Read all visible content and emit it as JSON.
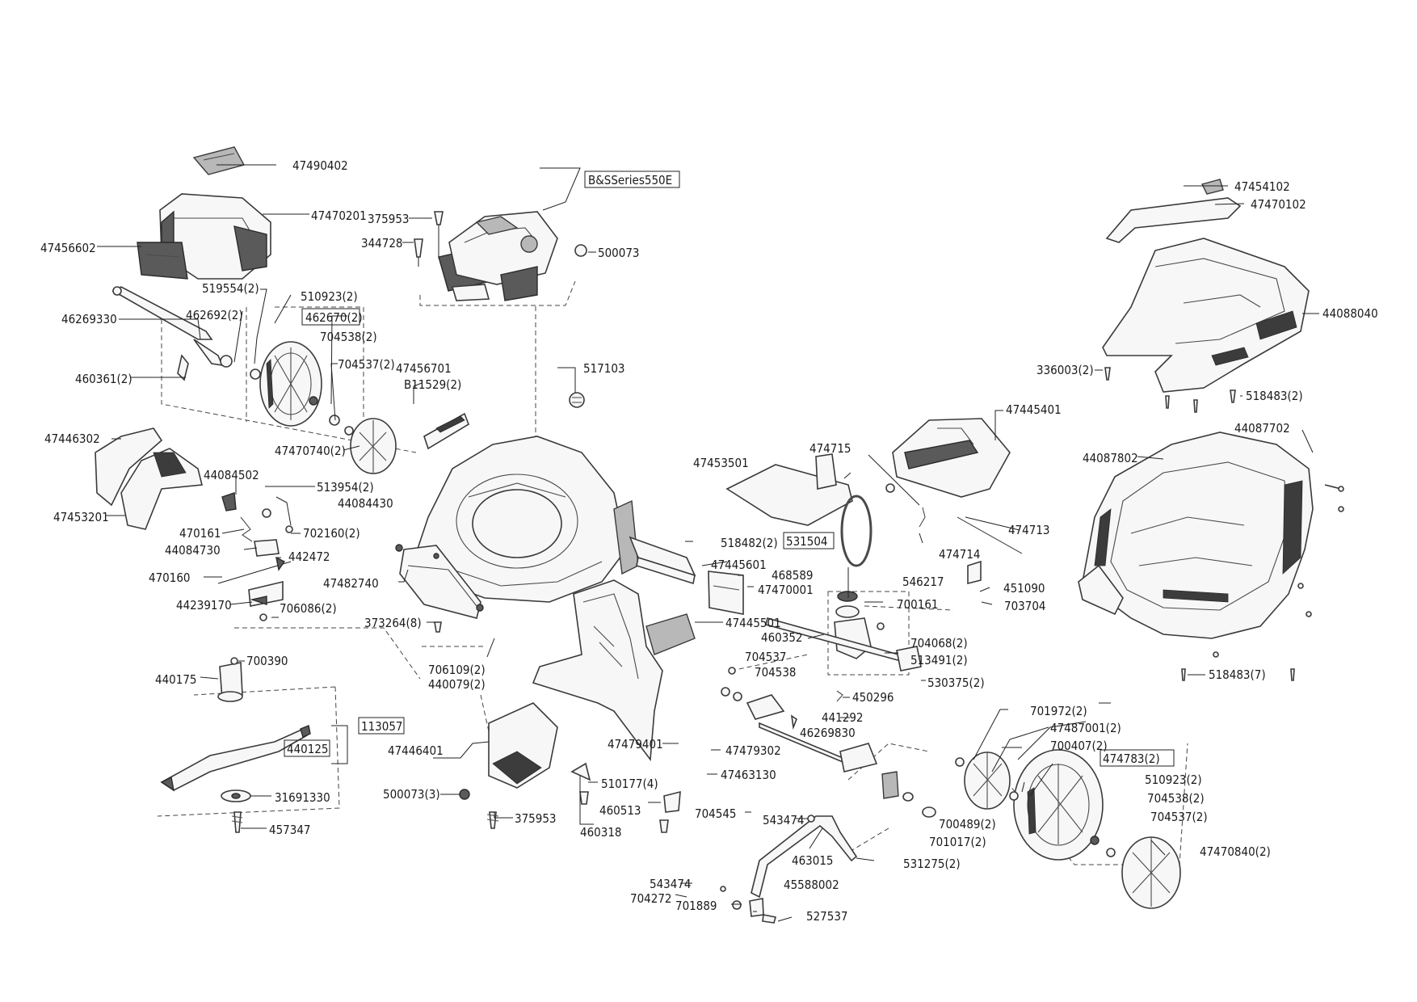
{
  "engine_label": "B&SSeries550E",
  "parts": {
    "p47490402": "47490402",
    "p47470201": "47470201",
    "p47456602": "47456602",
    "p375953_top": "375953",
    "p344728": "344728",
    "p500073": "500073",
    "p519554": "519554(2)",
    "p510923_l": "510923(2)",
    "p46269330": "46269330",
    "p462692": "462692(2)",
    "p462670": "462670(2)",
    "p704538_l": "704538(2)",
    "p704537_l": "704537(2)",
    "p460361": "460361(2)",
    "p47456701": "47456701",
    "pB11529": "B11529(2)",
    "p517103": "517103",
    "p47470740": "47470740(2)",
    "p47446302": "47446302",
    "p44084502": "44084502",
    "p513954": "513954(2)",
    "p44084430": "44084430",
    "p47453201": "47453201",
    "p470161": "470161",
    "p702160": "702160(2)",
    "p44084730": "44084730",
    "p442472": "442472",
    "p470160": "470160",
    "p44239170": "44239170",
    "p706086": "706086(2)",
    "p47482740": "47482740",
    "p373264": "373264(8)",
    "p700390": "700390",
    "p440175": "440175",
    "p113057": "113057",
    "p440125": "440125",
    "p31691330": "31691330",
    "p457347": "457347",
    "p706109": "706109(2)",
    "p440079": "440079(2)",
    "p47446401": "47446401",
    "p500073_3": "500073(3)",
    "p375953_b": "375953",
    "p460318": "460318",
    "p510177": "510177(4)",
    "p460513": "460513",
    "p518482": "518482(2)",
    "p47445601": "47445601",
    "p468589": "468589",
    "p47470001": "47470001",
    "p47445501": "47445501",
    "p47479401": "47479401",
    "p47479302": "47479302",
    "p47463130": "47463130",
    "p704545": "704545",
    "p543474_a": "543474",
    "p543474_b": "543474",
    "p704272": "704272",
    "p701889": "701889",
    "p45588002": "45588002",
    "p527537": "527537",
    "p463015": "463015",
    "p47453501": "47453501",
    "p474715": "474715",
    "p47445401": "47445401",
    "p474713": "474713",
    "p531504": "531504",
    "p474714": "474714",
    "p546217": "546217",
    "p451090": "451090",
    "p700161": "700161",
    "p703704": "703704",
    "p460352": "460352",
    "p704068": "704068(2)",
    "p513491": "513491(2)",
    "p704537_c": "704537",
    "p704538_c": "704538",
    "p530375": "530375(2)",
    "p450296": "450296",
    "p441292": "441292",
    "p46269830": "46269830",
    "p701972": "701972(2)",
    "p47487001": "47487001(2)",
    "p700407": "700407(2)",
    "p474783": "474783(2)",
    "p510923_r": "510923(2)",
    "p704538_r": "704538(2)",
    "p704537_r": "704537(2)",
    "p47470840": "47470840(2)",
    "p700489": "700489(2)",
    "p701017": "701017(2)",
    "p531275": "531275(2)",
    "p47454102": "47454102",
    "p47470102": "47470102",
    "p44088040": "44088040",
    "p336003": "336003(2)",
    "p518483_2": "518483(2)",
    "p44087802": "44087802",
    "p44087702": "44087702",
    "p518483_7": "518483(7)"
  }
}
